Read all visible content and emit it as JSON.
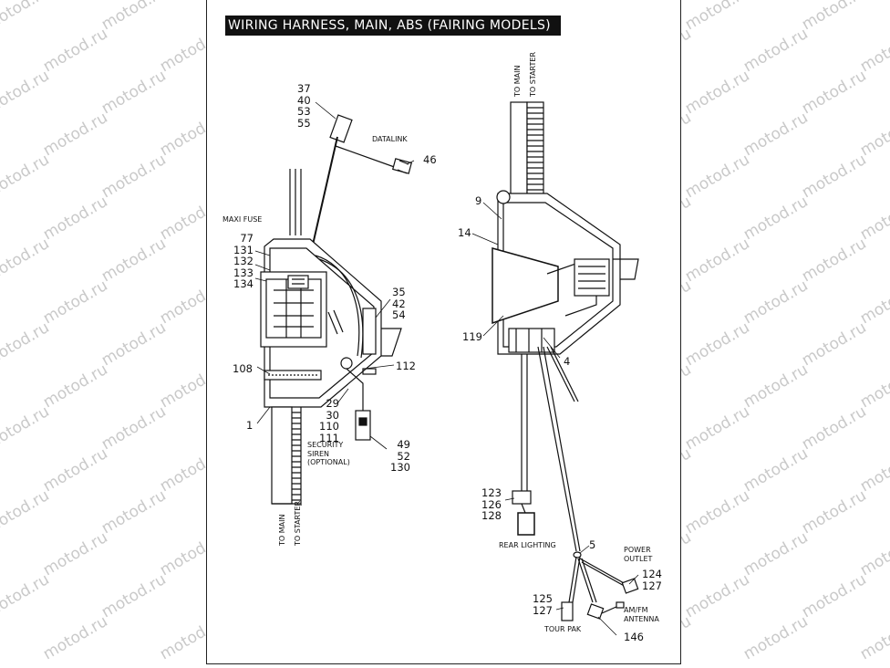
{
  "title": "WIRING HARNESS, MAIN, ABS (FAIRING MODELS)",
  "watermark": "motod.ru",
  "left_view": {
    "callouts": [
      {
        "id": "c-37-55",
        "numbers": [
          "37",
          "40",
          "53",
          "55"
        ]
      },
      {
        "id": "c-46",
        "numbers": [
          "46"
        ]
      },
      {
        "id": "c-77-134",
        "numbers": [
          "77",
          "131",
          "132",
          "133",
          "134"
        ]
      },
      {
        "id": "c-35-54",
        "numbers": [
          "35",
          "42",
          "54"
        ]
      },
      {
        "id": "c-108",
        "numbers": [
          "108"
        ]
      },
      {
        "id": "c-112",
        "numbers": [
          "112"
        ]
      },
      {
        "id": "c-1",
        "numbers": [
          "1"
        ]
      },
      {
        "id": "c-29-111",
        "numbers": [
          "29",
          "30",
          "110",
          "111"
        ]
      },
      {
        "id": "c-49-130",
        "numbers": [
          "49",
          "52",
          "130"
        ]
      }
    ],
    "labels": {
      "datalink": "DATALINK",
      "maxi_fuse": "MAXI FUSE",
      "security_siren": [
        "SECURITY",
        "SIREN",
        "(OPTIONAL)"
      ],
      "to_main": "TO MAIN",
      "to_starter": "TO STARTER"
    }
  },
  "right_view": {
    "callouts": [
      {
        "id": "c-9",
        "numbers": [
          "9"
        ]
      },
      {
        "id": "c-14",
        "numbers": [
          "14"
        ]
      },
      {
        "id": "c-119",
        "numbers": [
          "119"
        ]
      },
      {
        "id": "c-4",
        "numbers": [
          "4"
        ]
      },
      {
        "id": "c-123-128",
        "numbers": [
          "123",
          "126",
          "128"
        ]
      },
      {
        "id": "c-5",
        "numbers": [
          "5"
        ]
      },
      {
        "id": "c-124-127",
        "numbers": [
          "124",
          "127"
        ]
      },
      {
        "id": "c-125-127",
        "numbers": [
          "125",
          "127"
        ]
      },
      {
        "id": "c-146",
        "numbers": [
          "146"
        ]
      }
    ],
    "labels": {
      "to_main": "TO MAIN",
      "to_starter": "TO STARTER",
      "rear_lighting": "REAR LIGHTING",
      "power_outlet": [
        "POWER",
        "OUTLET"
      ],
      "tour_pak": "TOUR PAK",
      "am_fm_antenna": [
        "AM/FM",
        "ANTENNA"
      ]
    }
  }
}
